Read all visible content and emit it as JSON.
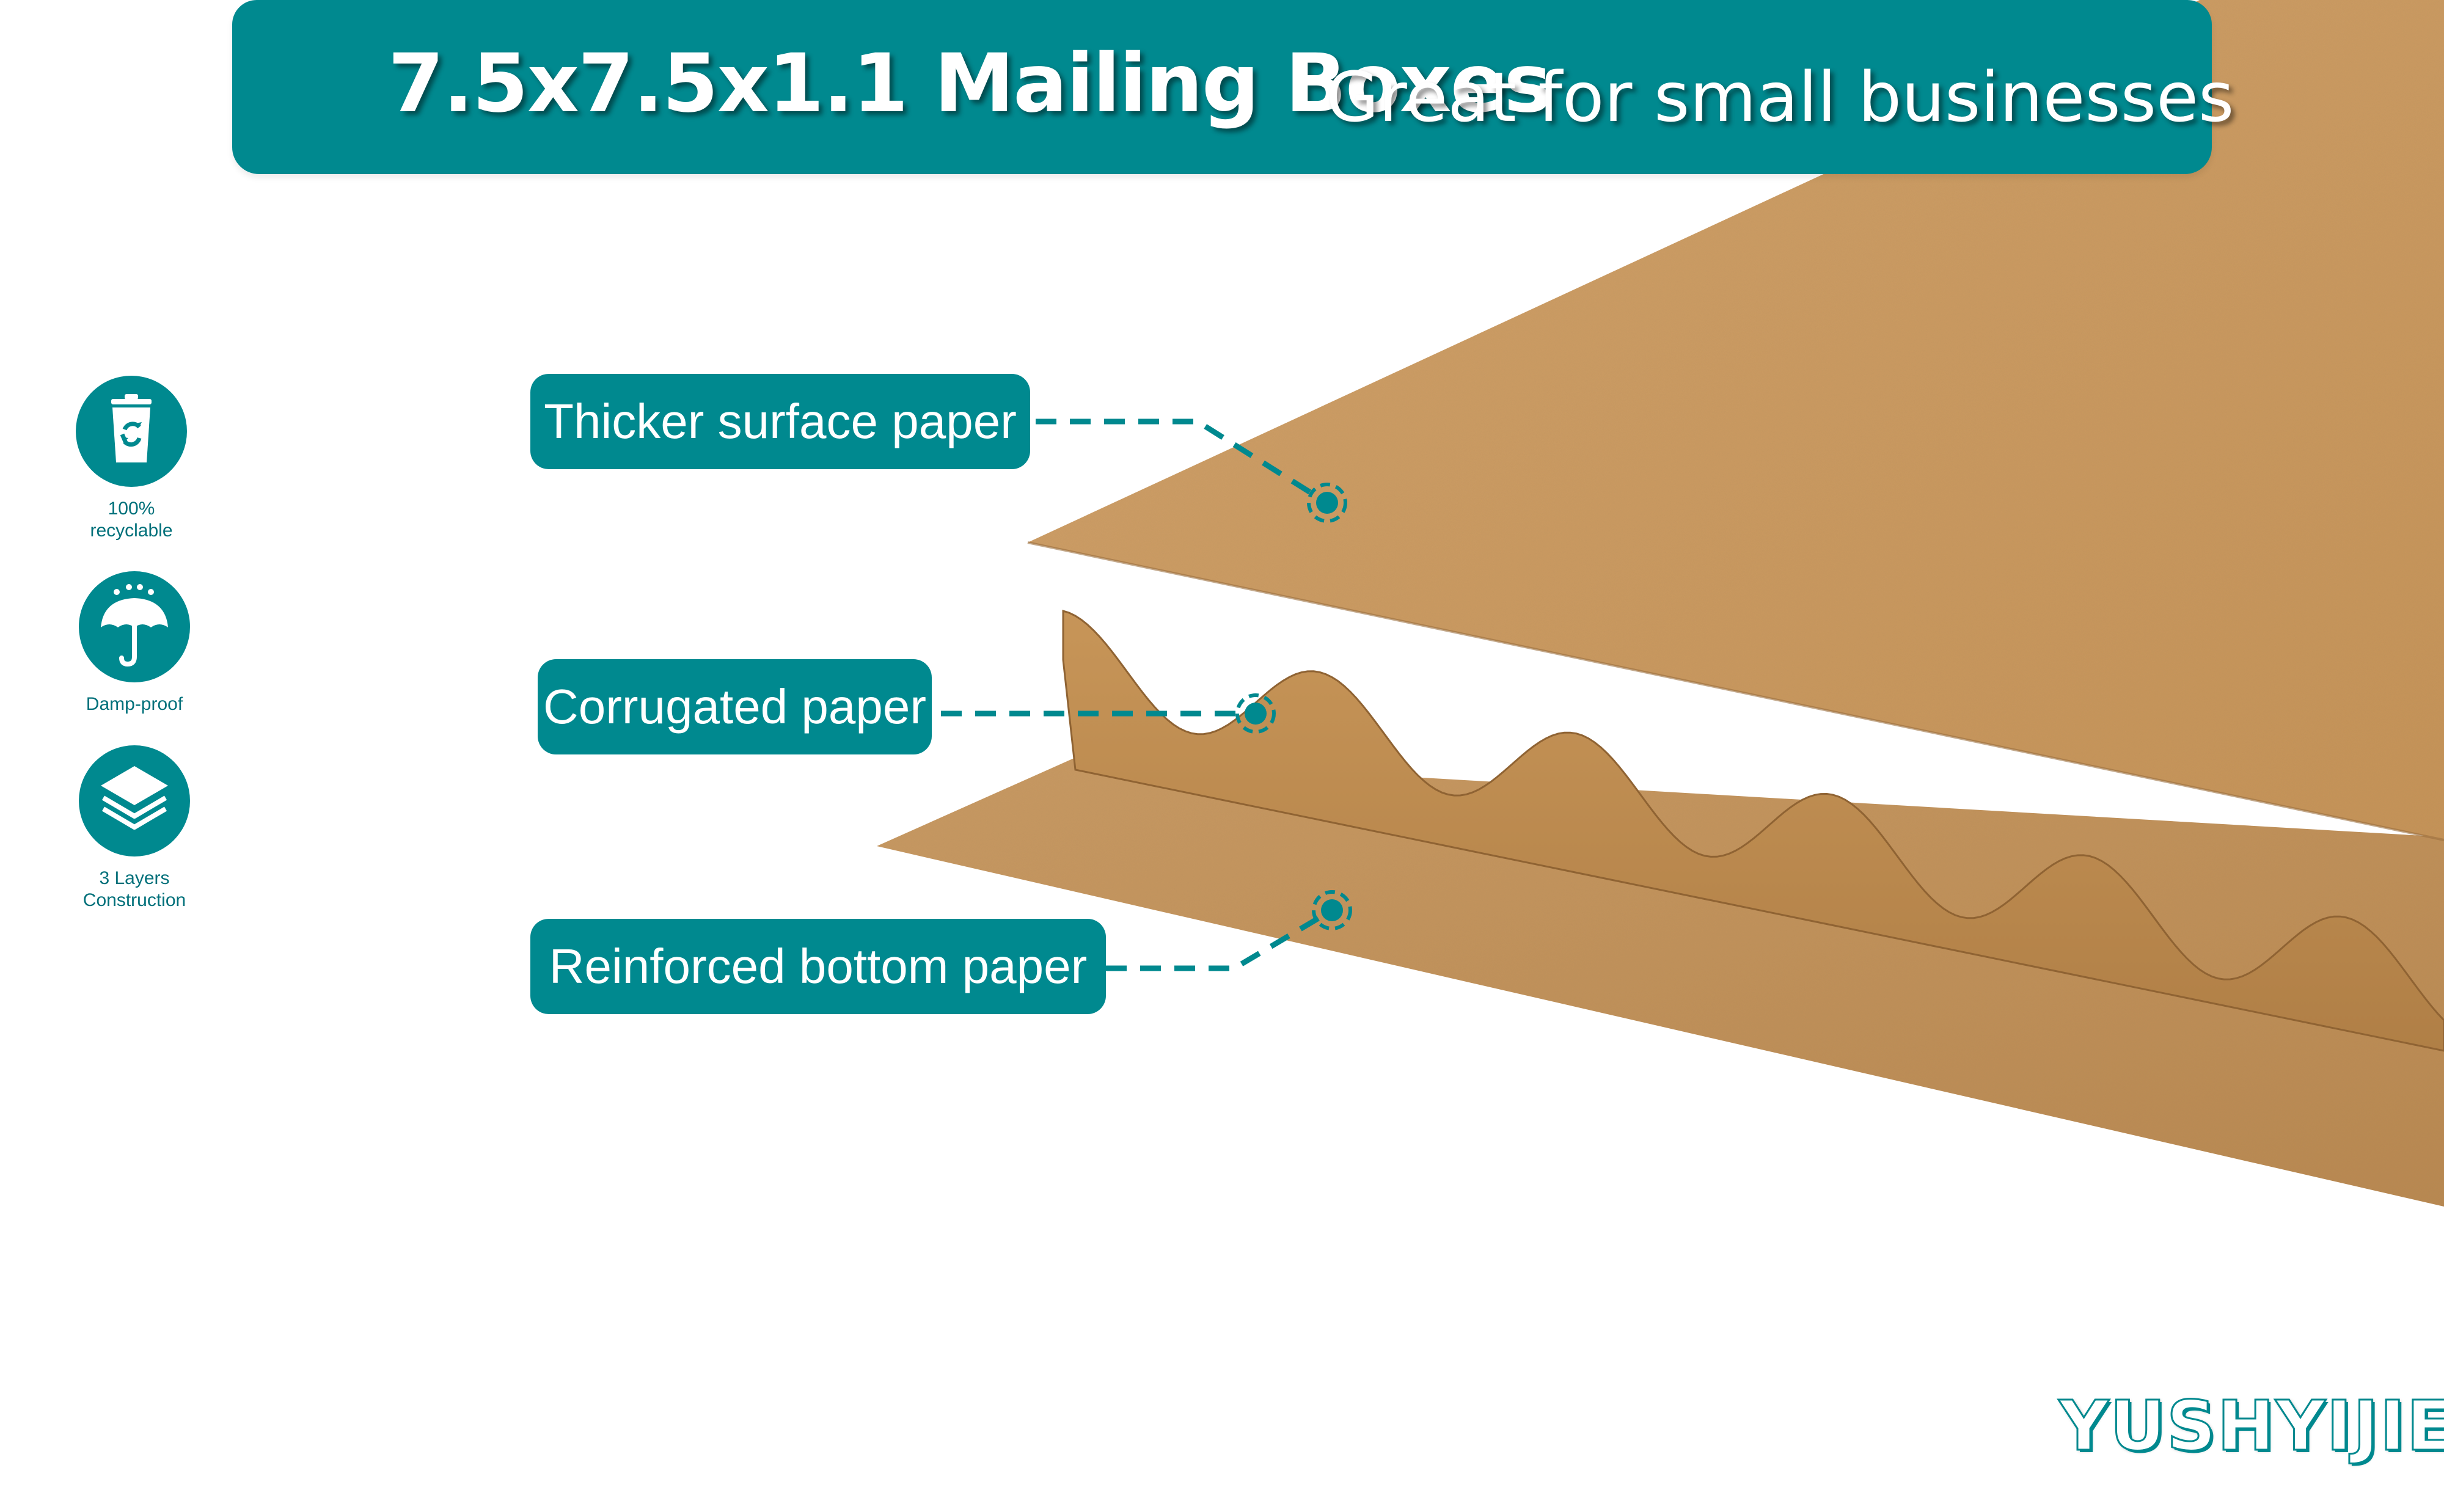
{
  "header": {
    "title": "7.5x7.5x1.1 Mailing Boxes",
    "subtitle": "Great for small businesses"
  },
  "features": [
    {
      "label": "100%\nrecyclable",
      "icon": "recycle-bin-icon"
    },
    {
      "label": "Damp-proof",
      "icon": "umbrella-icon"
    },
    {
      "label": "3 Layers\nConstruction",
      "icon": "layers-icon"
    }
  ],
  "callouts": {
    "top": "Thicker surface paper",
    "middle": "Corrugated paper",
    "bottom": "Reinforced bottom paper"
  },
  "brand": "YUSHYIJIE",
  "colors": {
    "accent": "#00898f",
    "kraft": "#c8975e",
    "kraft_dark": "#a97a45",
    "background": "#ffffff"
  }
}
